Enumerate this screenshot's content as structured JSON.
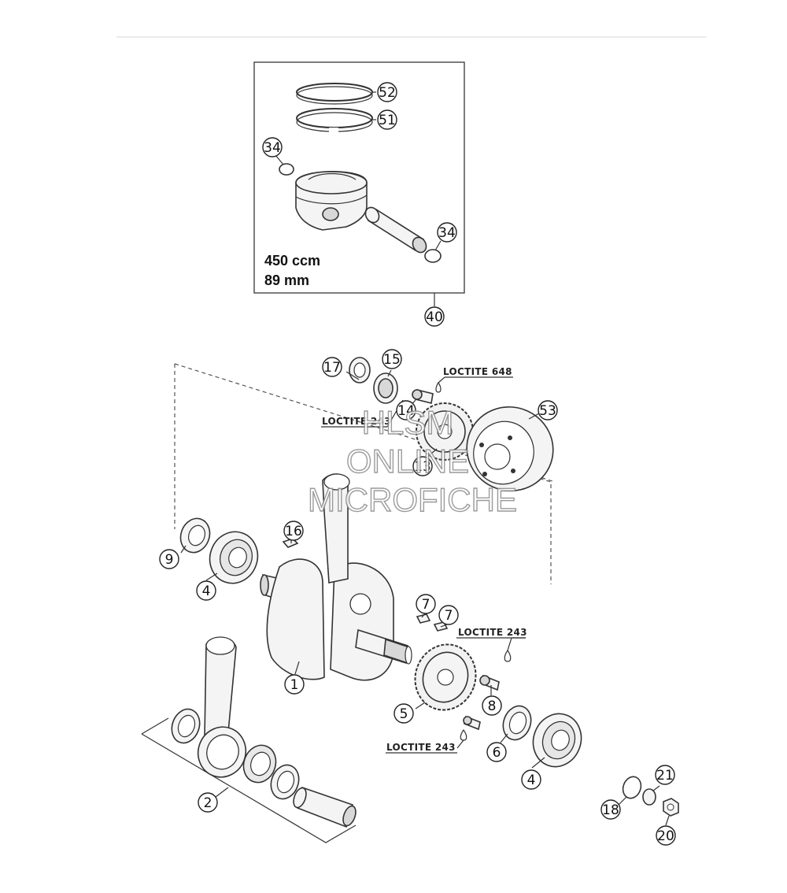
{
  "callouts": {
    "c52": "52",
    "c51": "51",
    "c34a": "34",
    "c34b": "34",
    "c40": "40",
    "c17": "17",
    "c15": "15",
    "c14": "14",
    "c13": "13",
    "c53": "53",
    "c16": "16",
    "c9": "9",
    "c4a": "4",
    "c1": "1",
    "c7a": "7",
    "c7b": "7",
    "c5": "5",
    "c8": "8",
    "c6": "6",
    "c4b": "4",
    "c2": "2",
    "c21": "21",
    "c18": "18",
    "c20": "20"
  },
  "notes": {
    "loctite_648": "LOCTITE 648",
    "loctite_243_top": "LOCTITE 243",
    "loctite_243_right": "LOCTITE 243",
    "loctite_243_bottom": "LOCTITE 243"
  },
  "spec": {
    "displacement": "450 ccm",
    "bore": "89 mm"
  },
  "watermark": {
    "line1": "HLSM",
    "line2": "ONLINE",
    "line3": "MICROFICHE"
  },
  "colors": {
    "line": "#333333",
    "part_fill": "#f4f4f4",
    "watermark_stroke": "#8a8a8a"
  }
}
